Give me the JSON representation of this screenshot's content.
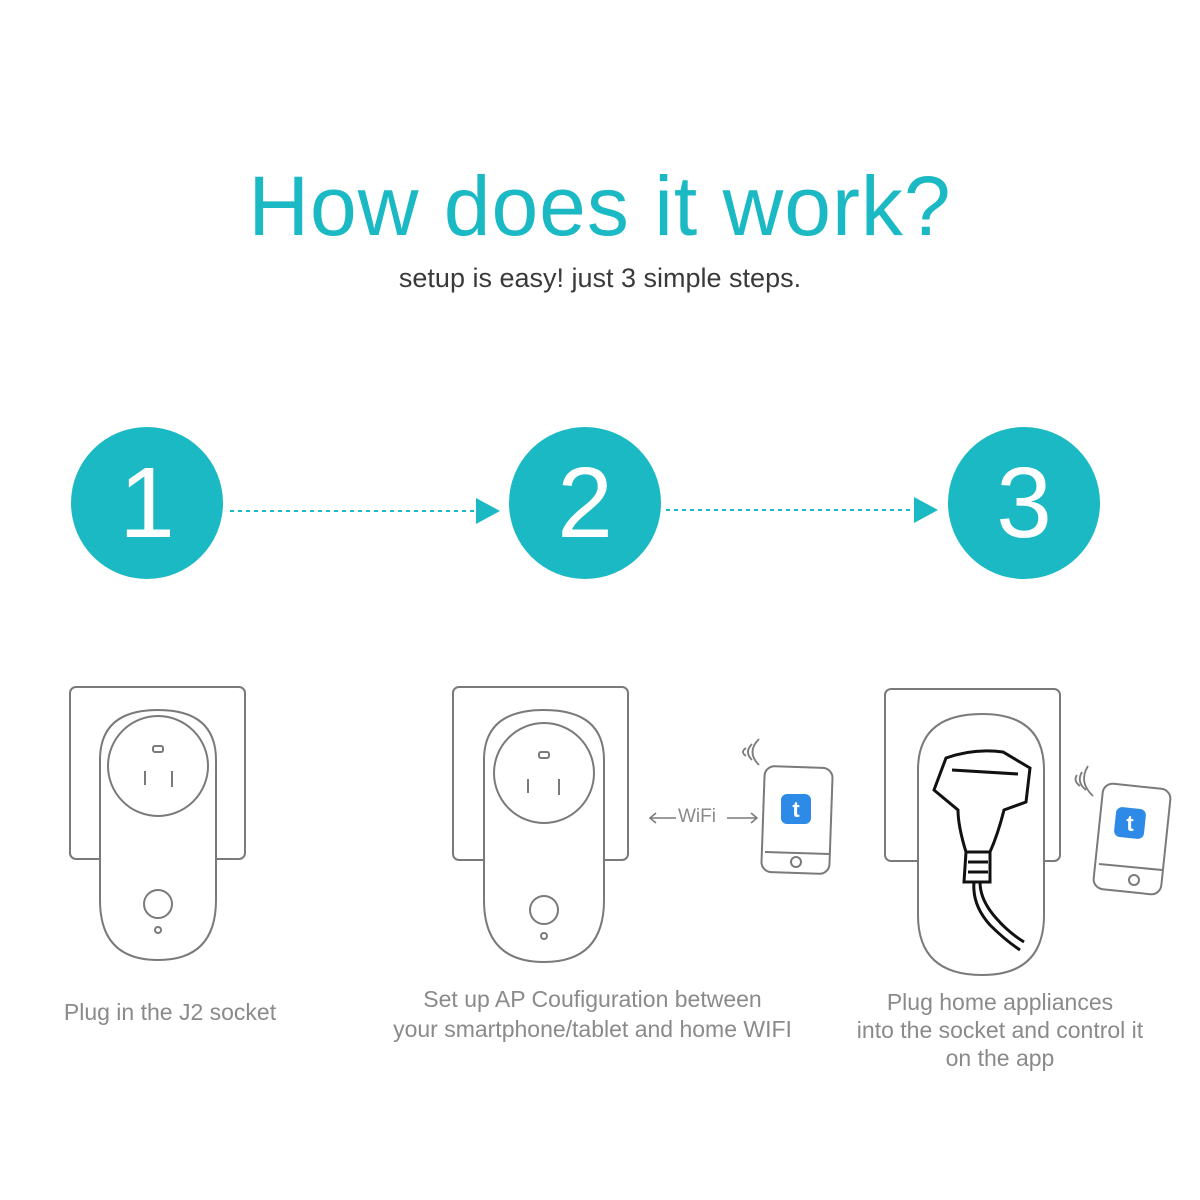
{
  "header": {
    "title": "How does it work?",
    "subtitle": "setup is easy! just 3 simple steps."
  },
  "colors": {
    "accent": "#1bb9c4",
    "line": "#888888",
    "text": "#3a3a3a",
    "caption": "#8a8a8a"
  },
  "steps": [
    {
      "number": "1",
      "caption_lines": [
        "Plug in the J2 socket"
      ]
    },
    {
      "number": "2",
      "caption_lines": [
        "Set up AP Coufiguration between",
        "your smartphone/tablet and home WIFI"
      ]
    },
    {
      "number": "3",
      "caption_lines": [
        "Plug home appliances",
        "into the socket and control it",
        "on the app"
      ]
    }
  ],
  "wifi_label": "WiFi",
  "icons": [
    "smart-plug-icon",
    "smartphone-icon",
    "tuya-app-icon",
    "signal-waves-icon",
    "power-cord-icon",
    "arrow-right-icon"
  ]
}
